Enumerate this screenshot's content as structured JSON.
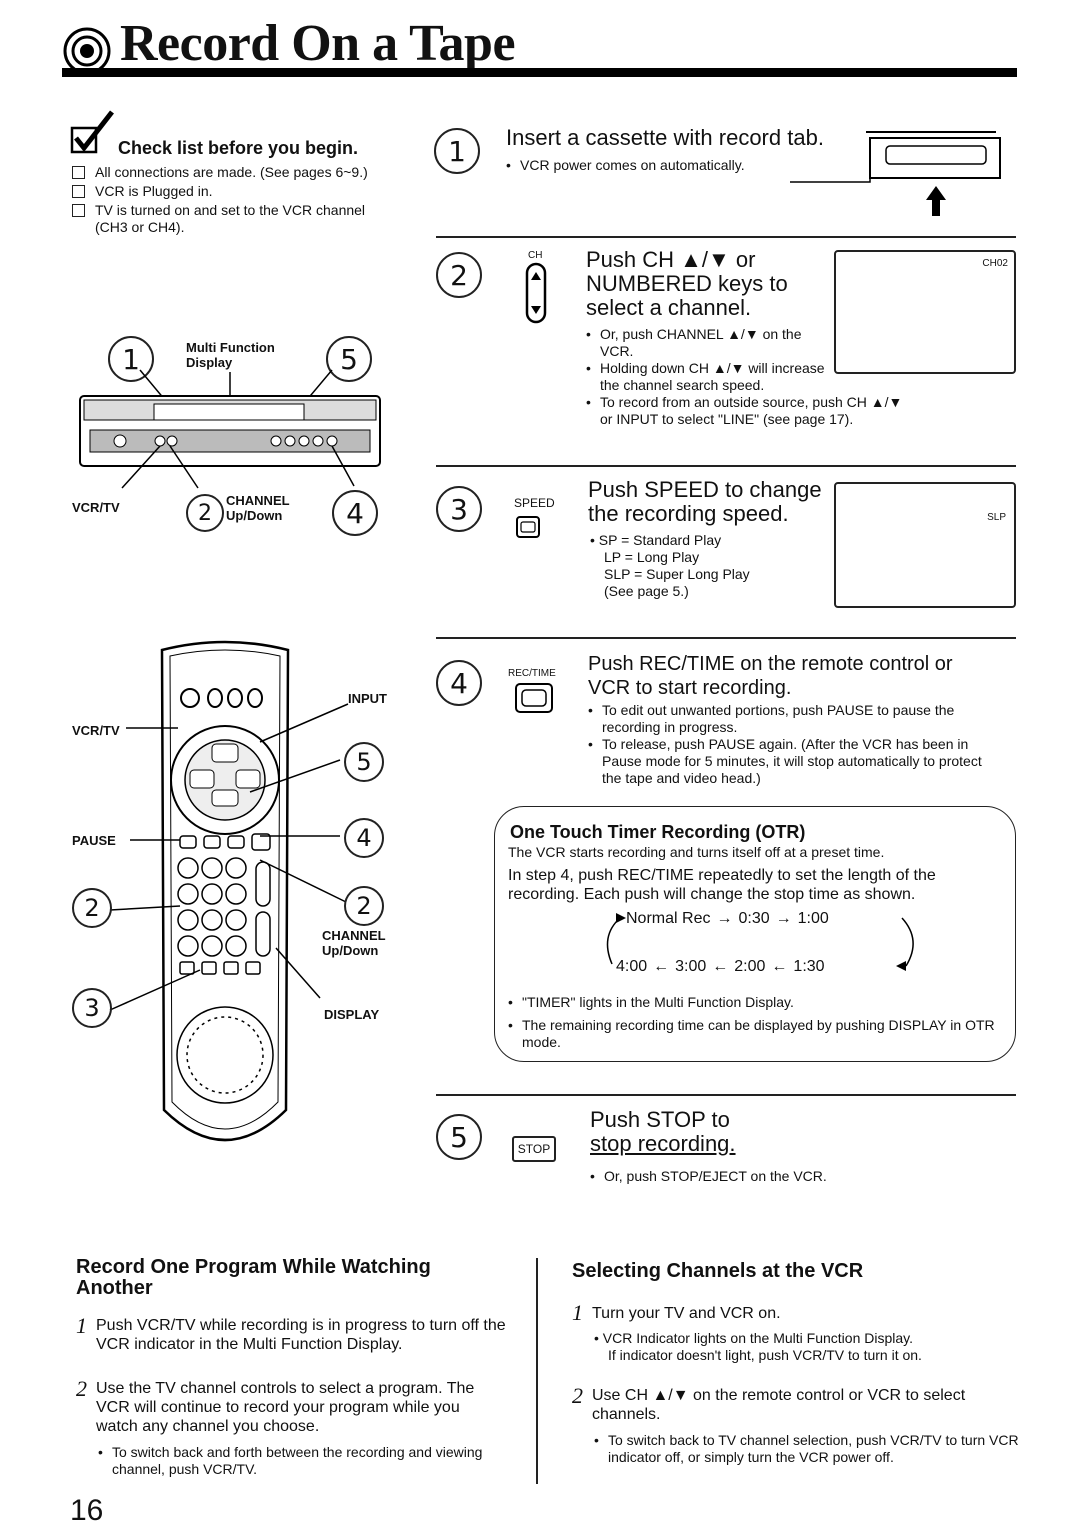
{
  "page": {
    "title": "Record On a Tape",
    "page_number": "16"
  },
  "checklist": {
    "heading": "Check list before you begin.",
    "items": [
      "All connections are made. (See pages 6~9.)",
      "VCR is Plugged in.",
      "TV is turned on and set to the VCR channel (CH3 or CH4)."
    ]
  },
  "vcr_diagram": {
    "markers": [
      "1",
      "5",
      "2",
      "4"
    ],
    "multi_function_display": "Multi Function Display",
    "vcrtv": "VCR/TV",
    "channel": "CHANNEL",
    "updown": "Up/Down"
  },
  "remote_diagram": {
    "input": "INPUT",
    "vcrtv": "VCR/TV",
    "pause": "PAUSE",
    "channel": "CHANNEL",
    "updown": "Up/Down",
    "display": "DISPLAY",
    "markers": [
      "5",
      "4",
      "2",
      "2",
      "3"
    ]
  },
  "steps": [
    {
      "number": "1",
      "title": "Insert a cassette with record tab.",
      "notes": [
        "VCR power comes on automatically."
      ]
    },
    {
      "number": "2",
      "key_label": "CH",
      "title_lines": [
        "Push CH ▲/▼ or",
        "NUMBERED keys to",
        "select a channel."
      ],
      "screen": "CH02",
      "notes": [
        "Or, push CHANNEL ▲/▼ on the VCR.",
        "Holding down CH ▲/▼ will increase the channel search speed.",
        "To record from an outside source, push CH ▲/▼ or INPUT to select \"LINE\" (see page 17)."
      ]
    },
    {
      "number": "3",
      "key_label": "SPEED",
      "title_lines": [
        "Push SPEED to change",
        "the recording speed."
      ],
      "screen": "SLP",
      "notes": [
        "SP = Standard Play",
        "LP = Long Play",
        "SLP = Super Long Play",
        "(See page 5.)"
      ]
    },
    {
      "number": "4",
      "key_label": "REC/TIME",
      "title_lines": [
        "Push REC/TIME on the remote control or",
        "VCR to start recording."
      ],
      "notes": [
        "To edit out unwanted portions, push PAUSE to pause the recording in progress.",
        "To release, push PAUSE again. (After the VCR has been in Pause mode for 5 minutes, it will stop automatically to protect the tape and video head.)"
      ]
    },
    {
      "number": "5",
      "key_label": "STOP",
      "title_lines": [
        "Push STOP to",
        "stop recording."
      ],
      "notes": [
        "Or, push STOP/EJECT on the VCR."
      ]
    }
  ],
  "otr": {
    "heading": "One Touch Timer Recording (OTR)",
    "line1": "The VCR starts recording and turns itself off at a preset time.",
    "line2": "In step 4, push REC/TIME repeatedly to set the length of the recording. Each push will change the stop time as shown.",
    "cycle_top": [
      "Normal Rec",
      "0:30",
      "1:00"
    ],
    "cycle_bottom": [
      "4:00",
      "3:00",
      "2:00",
      "1:30"
    ],
    "notes": [
      "\"TIMER\" lights in the Multi Function Display.",
      "The remaining recording time can be displayed by pushing DISPLAY in OTR mode."
    ]
  },
  "record_while_watching": {
    "heading": "Record One Program While Watching Another",
    "step1": {
      "num": "1",
      "text": "Push VCR/TV while recording is in progress to turn off the VCR indicator in the Multi Function Display."
    },
    "step2": {
      "num": "2",
      "text": "Use the TV channel controls to select a program. The VCR will continue to record your program while you watch any channel you choose."
    },
    "note": "To switch back and forth between the recording and viewing channel, push VCR/TV."
  },
  "selecting_channels": {
    "heading": "Selecting Channels at the VCR",
    "step1": {
      "num": "1",
      "text": "Turn your TV and VCR on."
    },
    "step1_notes": [
      "VCR Indicator lights on the Multi Function Display.",
      "If indicator doesn't light, push VCR/TV to turn it on."
    ],
    "step2": {
      "num": "2",
      "text": "Use CH ▲/▼ on the remote control or VCR to select channels."
    },
    "step2_note": "To switch back to TV channel selection, push VCR/TV to turn VCR indicator off, or simply turn the VCR power off."
  }
}
